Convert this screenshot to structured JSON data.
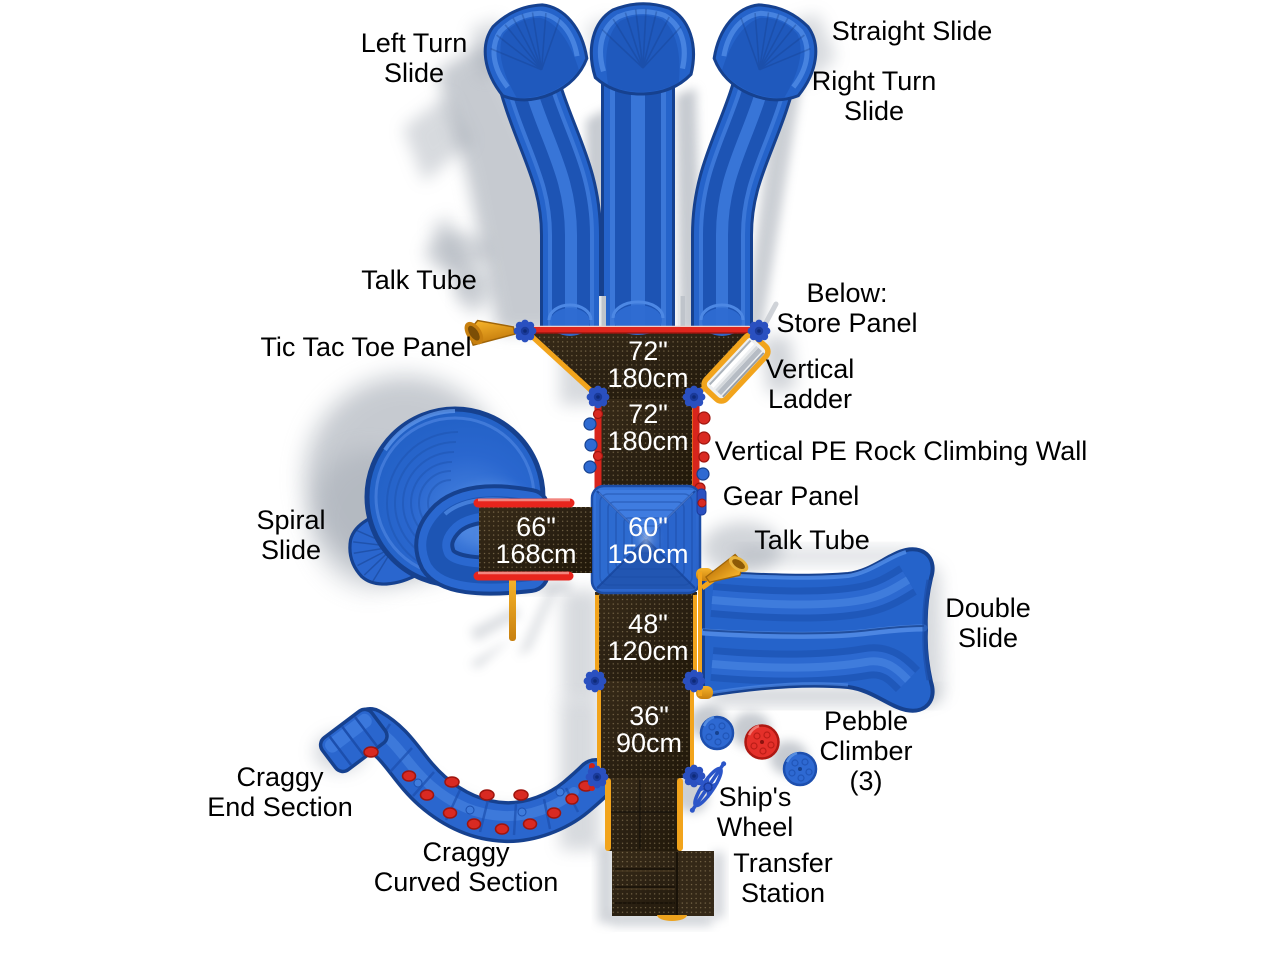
{
  "figure": {
    "type": "playground-equipment-top-view-diagram",
    "background": "#ffffff"
  },
  "colors": {
    "slide_blue": "#2563ca",
    "slide_blue_dark": "#1b4fae",
    "slide_blue_light": "#4a85e2",
    "deck_brown": "#2b2113",
    "accent_red": "#df261d",
    "accent_yellow": "#f2a41c",
    "connector_blue": "#2a50c0",
    "ladder_silver": "#e4e6e9",
    "shadow_gray": "#9aa2ac",
    "label_text": "#000000",
    "measurement_text": "#ffffff"
  },
  "labels": {
    "left_turn_slide": "Left Turn\nSlide",
    "straight_slide": "Straight Slide",
    "right_turn_slide": "Right Turn\nSlide",
    "talk_tube_upper": "Talk Tube",
    "below_store_panel": "Below:\nStore Panel",
    "tic_tac_toe_panel": "Tic Tac Toe Panel",
    "vertical_ladder": "Vertical\nLadder",
    "vertical_pe_rock_climbing_wall": "Vertical PE Rock Climbing Wall",
    "gear_panel": "Gear Panel",
    "spiral_slide": "Spiral\nSlide",
    "talk_tube_lower": "Talk Tube",
    "double_slide": "Double\nSlide",
    "pebble_climber": "Pebble\nClimber\n(3)",
    "craggy_end_section": "Craggy\nEnd Section",
    "ships_wheel": "Ship's\nWheel",
    "craggy_curved_section": "Craggy\nCurved Section",
    "transfer_station": "Transfer\nStation"
  },
  "measurements": {
    "deck_top": "72\"\n180cm",
    "deck_upper": "72\"\n180cm",
    "bridge": "66\"\n168cm",
    "roof_deck": "60\"\n150cm",
    "deck_mid": "48\"\n120cm",
    "deck_low": "36\"\n90cm"
  }
}
